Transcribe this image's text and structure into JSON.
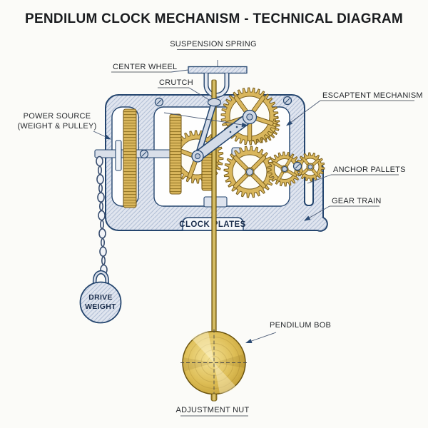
{
  "title": "PENDILUM CLOCK MECHANISM - TECHNICAL DIAGRAM",
  "labels": {
    "suspension_spring": "SUSPENSION SPRING",
    "center_wheel": "CENTER WHEEL",
    "crutch": "CRUTCH",
    "escapement_mechanism": "ESCAPTENT MECHANISM",
    "power_source_line1": "POWER SOURCE",
    "power_source_line2": "(WEIGHT & PULLEY)",
    "anchor_pallets": "ANCHOR PALLETS",
    "gear_train": "GEAR TRAIN",
    "clock_plates": "CLOCK PLATES",
    "drive_weight_line1": "DRIVE",
    "drive_weight_line2": "WEIGHT",
    "pendulum_bob": "PENDILUM BOB",
    "adjustment_nut": "ADJUSTMENT NUT"
  },
  "colors": {
    "brass": "#d9b65c",
    "brass_dark": "#7a5f1d",
    "brass_face": "#fdfcf6",
    "plate_fill": "#e0e5ef",
    "plate_hatch": "#b3c0d6",
    "outline_navy": "#24456e",
    "steel_light": "#d3dbe8",
    "background": "#fbfbf8",
    "label_text": "#26292d"
  }
}
